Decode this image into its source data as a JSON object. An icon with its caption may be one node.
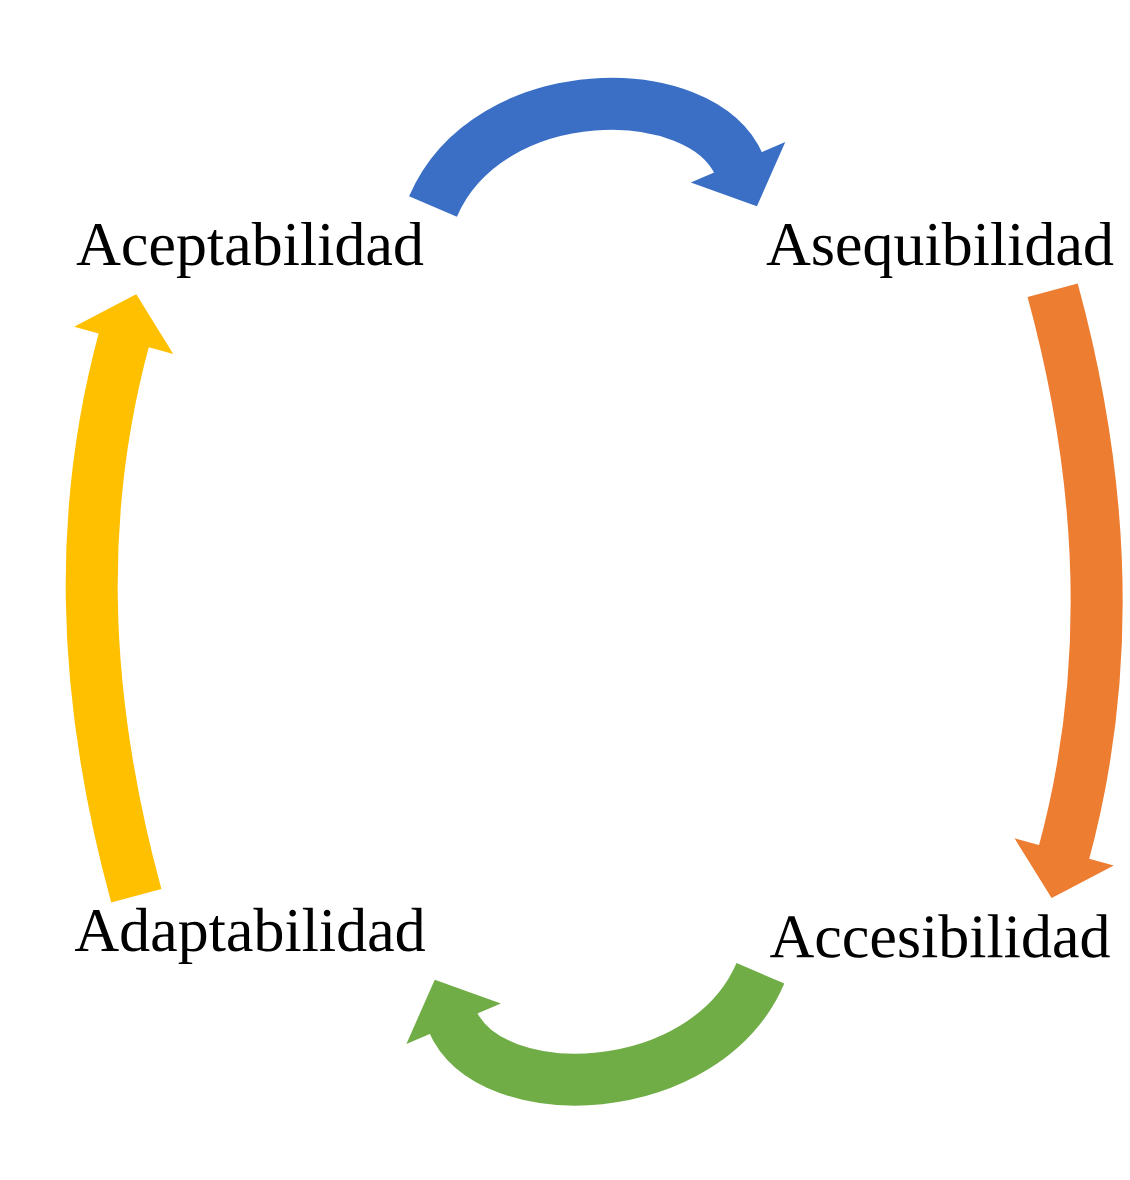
{
  "diagram": {
    "nodes": [
      {
        "text": [
          "Aceptabilidad"
        ]
      },
      {
        "text": [
          "Asequibilidad"
        ]
      },
      {
        "text": [
          "Accesibilidad"
        ]
      },
      {
        "text": [
          "Adaptabilidad"
        ]
      }
    ],
    "edges": [
      {
        "from": 0,
        "to": 1,
        "arrow": "to",
        "color": "#3b6fc6"
      },
      {
        "from": 1,
        "to": 2,
        "arrow": "to",
        "color": "#ed7d31"
      },
      {
        "from": 2,
        "to": 3,
        "arrow": "to",
        "color": "#70ad47"
      },
      {
        "from": 3,
        "to": 0,
        "arrow": "to",
        "color": "#ffc000"
      }
    ]
  }
}
